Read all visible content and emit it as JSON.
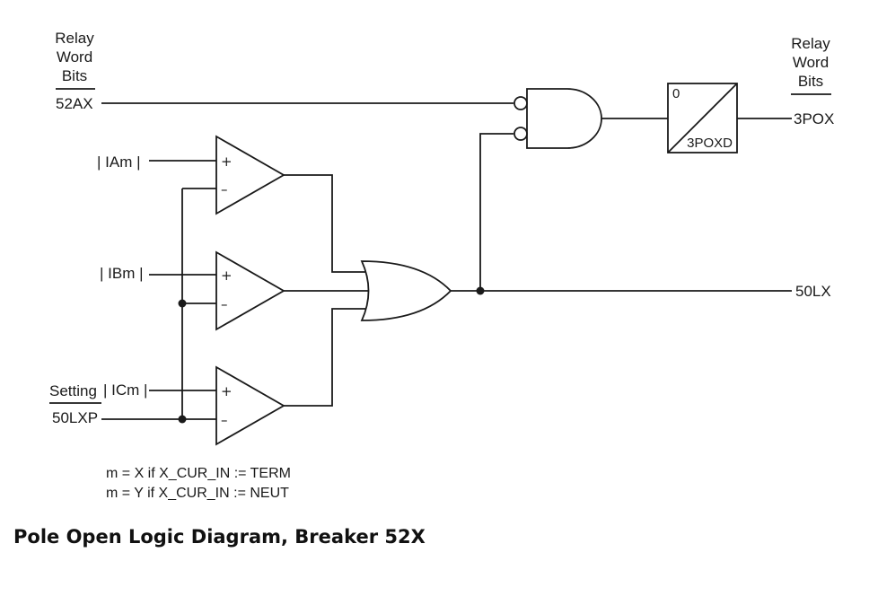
{
  "labels": {
    "relay_word_bits_left": [
      "Relay",
      "Word",
      "Bits"
    ],
    "relay_word_bits_right": [
      "Relay",
      "Word",
      "Bits"
    ],
    "input_52ax": "52AX",
    "input_iam": "| IAm |",
    "input_ibm": "| IBm |",
    "setting_label": "Setting",
    "input_icm": "| ICm |",
    "setting_50lxp": "50LXP",
    "timer_pickup": "0",
    "timer_dropout": "3POXD",
    "output_3pox": "3POX",
    "output_50lx": "50LX",
    "comparator_plus": "+",
    "comparator_minus": "–"
  },
  "notes": [
    "m = X if X_CUR_IN := TERM",
    "m = Y if X_CUR_IN := NEUT"
  ],
  "caption": "Pole Open Logic Diagram, Breaker 52X"
}
